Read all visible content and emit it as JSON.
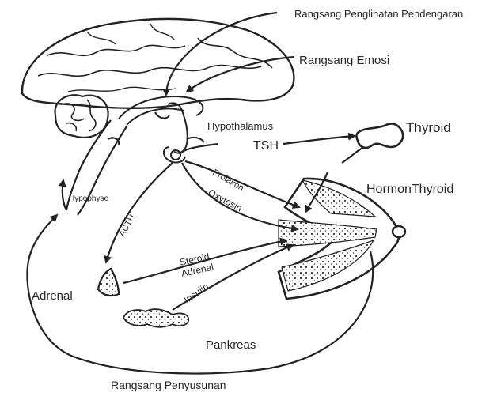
{
  "labels": {
    "rangsang_penglihatan": "Rangsang Penglihatan Pendengaran",
    "rangsang_emosi": "Rangsang Emosi",
    "hypothalamus": "Hypothalamus",
    "tsh": "TSH",
    "thyroid": "Thyroid",
    "hormon_thyroid": "HormonThyroid",
    "hypophyse": "Hypophyse",
    "prolaktin": "Prolakon",
    "oxytosin": "Oxytosin",
    "acth": "ACTH",
    "steroid": "Steroid",
    "adrenal_hormone": "Adrenal",
    "insulin": "Insulin",
    "adrenal": "Adrenal",
    "pankreas": "Pankreas",
    "rangsang_penyusunan": "Rangsang Penyusunan"
  }
}
